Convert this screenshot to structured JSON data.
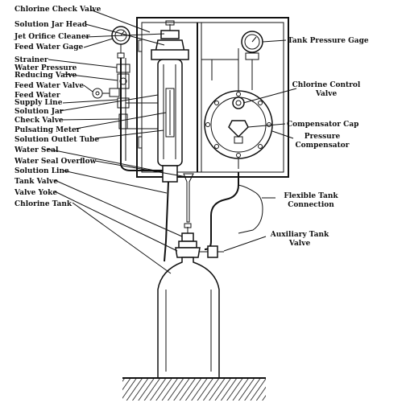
{
  "labels": {
    "chlorine_check_valve": "Chlorine Check Valve",
    "solution_jar_head": "Solution Jar Head",
    "jet_orifice_cleaner": "Jet Orifice Cleaner",
    "feed_water_gage": "Feed Water Gage",
    "strainer": "Strainer",
    "water_pressure_reducing_valve_1": "Water Pressure",
    "water_pressure_reducing_valve_2": "Reducing Valve",
    "feed_water_valve": "Feed Water Valve",
    "feed_water_supply_line_1": "Feed Water",
    "feed_water_supply_line_2": "Supply Line",
    "solution_jar": "Solution Jar",
    "check_valve": "Check Valve",
    "pulsating_meter": "Pulsating Meter",
    "solution_outlet_tube": "Solution Outlet Tube",
    "water_seal": "Water Seal",
    "water_seal_overflow": "Water Seal Overflow",
    "solution_line": "Solution Line",
    "tank_valve": "Tank Valve",
    "valve_yoke": "Valve Yoke",
    "chlorine_tank": "Chlorine Tank",
    "tank_pressure_gage": "Tank Pressure Gage",
    "chlorine_control_valve_1": "Chlorine Control",
    "chlorine_control_valve_2": "Valve",
    "compensator_cap": "Compensator Cap",
    "pressure_compensator_1": "Pressure",
    "pressure_compensator_2": "Compensator",
    "flexible_tank_connection_1": "Flexible Tank",
    "flexible_tank_connection_2": "Connection",
    "auxiliary_tank_valve_1": "Auxiliary Tank",
    "auxiliary_tank_valve_2": "Valve"
  }
}
